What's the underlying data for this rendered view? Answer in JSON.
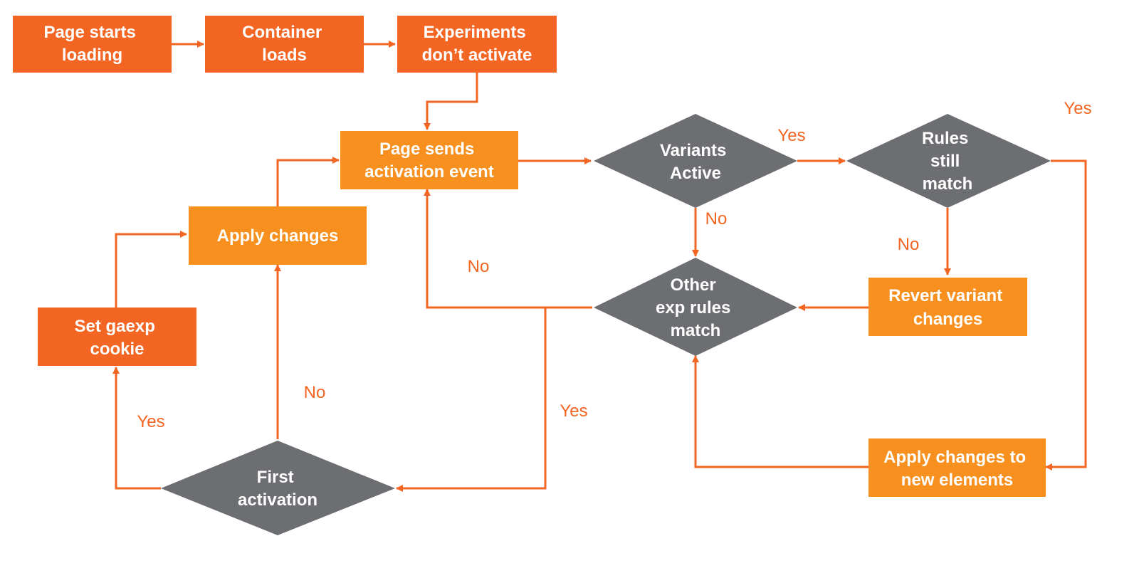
{
  "colors": {
    "process_dark": "#f26522",
    "process_light": "#f7901e",
    "decision": "#6d6e71",
    "connector": "#f26522",
    "node_text": "#ffffff"
  },
  "nodes": {
    "page_starts_loading": [
      "Page starts",
      "loading"
    ],
    "container_loads": [
      "Container",
      "loads"
    ],
    "experiments_dont_activate": [
      "Experiments",
      "don’t activate"
    ],
    "page_sends_activation_event": [
      "Page sends",
      "activation event"
    ],
    "variants_active": [
      "Variants",
      "Active"
    ],
    "rules_still_match": [
      "Rules",
      "still",
      "match"
    ],
    "apply_changes": [
      "Apply changes"
    ],
    "other_exp_rules_match": [
      "Other",
      "exp rules",
      "match"
    ],
    "revert_variant_changes": [
      "Revert variant",
      "changes"
    ],
    "set_gaexp_cookie": [
      "Set gaexp",
      "cookie"
    ],
    "first_activation": [
      "First",
      "activation"
    ],
    "apply_changes_new_elements": [
      "Apply changes to",
      "new elements"
    ]
  },
  "edge_labels": {
    "variants_yes": "Yes",
    "rules_yes": "Yes",
    "variants_no": "No",
    "rules_no": "No",
    "other_no": "No",
    "first_no": "No",
    "other_yes": "Yes",
    "first_yes": "Yes"
  }
}
